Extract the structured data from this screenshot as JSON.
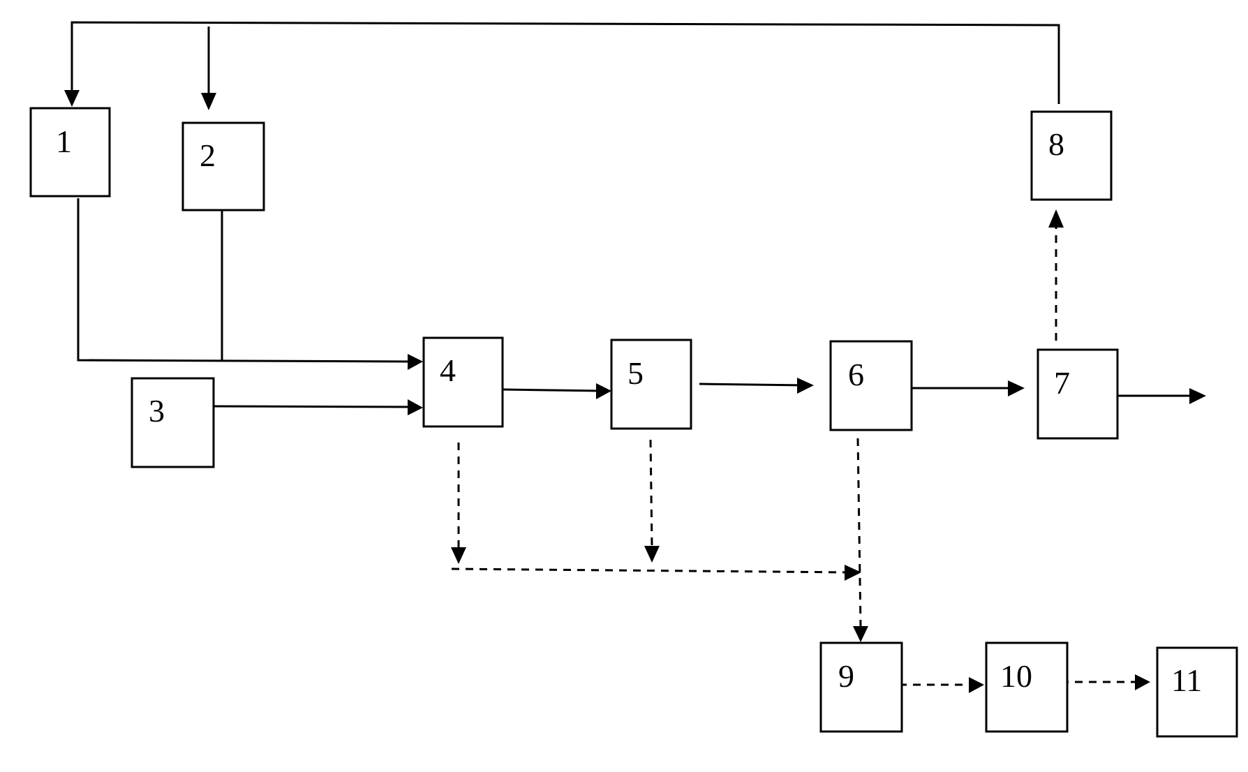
{
  "diagram": {
    "blocks": [
      {
        "id": "1",
        "label": "1"
      },
      {
        "id": "2",
        "label": "2"
      },
      {
        "id": "3",
        "label": "3"
      },
      {
        "id": "4",
        "label": "4"
      },
      {
        "id": "5",
        "label": "5"
      },
      {
        "id": "6",
        "label": "6"
      },
      {
        "id": "7",
        "label": "7"
      },
      {
        "id": "8",
        "label": "8"
      },
      {
        "id": "9",
        "label": "9"
      },
      {
        "id": "10",
        "label": "10"
      },
      {
        "id": "11",
        "label": "11"
      }
    ],
    "connections": [
      {
        "from": "8",
        "to": "1",
        "style": "solid"
      },
      {
        "from": "8",
        "to": "2",
        "style": "solid"
      },
      {
        "from": "1",
        "to": "4",
        "style": "solid"
      },
      {
        "from": "2",
        "to": "4",
        "style": "solid"
      },
      {
        "from": "3",
        "to": "4",
        "style": "solid"
      },
      {
        "from": "4",
        "to": "5",
        "style": "solid"
      },
      {
        "from": "5",
        "to": "6",
        "style": "solid"
      },
      {
        "from": "6",
        "to": "7",
        "style": "solid"
      },
      {
        "from": "7",
        "to": "output",
        "style": "solid"
      },
      {
        "from": "7",
        "to": "8",
        "style": "dashed"
      },
      {
        "from": "4",
        "to": "9",
        "style": "dashed"
      },
      {
        "from": "5",
        "to": "9",
        "style": "dashed"
      },
      {
        "from": "6",
        "to": "9",
        "style": "dashed"
      },
      {
        "from": "9",
        "to": "10",
        "style": "dashed"
      },
      {
        "from": "10",
        "to": "11",
        "style": "dashed"
      }
    ]
  }
}
